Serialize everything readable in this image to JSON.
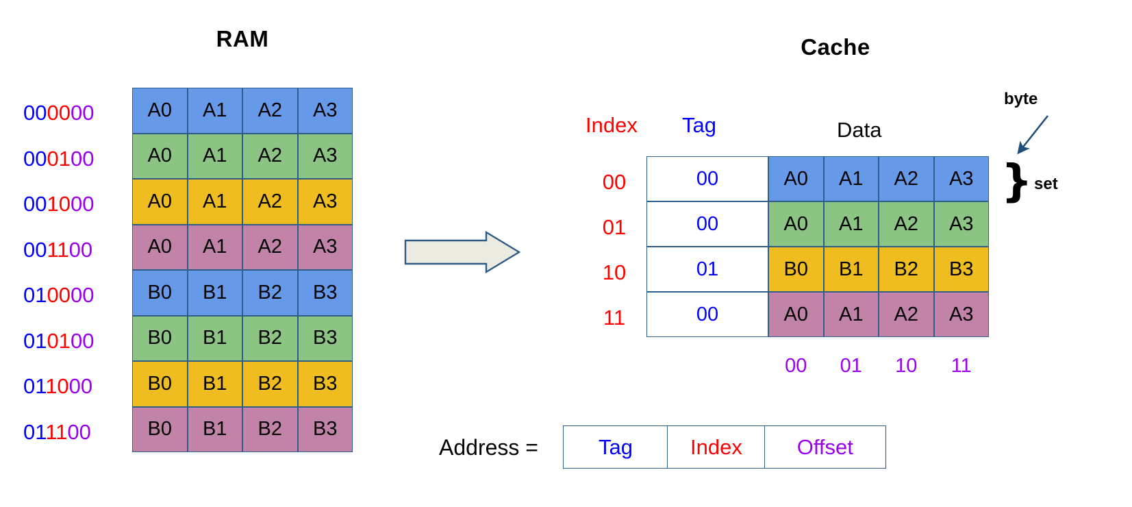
{
  "titles": {
    "ram": "RAM",
    "cache": "Cache"
  },
  "ram": {
    "rows": [
      {
        "addr": {
          "tag": "00",
          "index": "00",
          "offset": "00"
        },
        "color": "c-blue",
        "cells": [
          "A0",
          "A1",
          "A2",
          "A3"
        ]
      },
      {
        "addr": {
          "tag": "00",
          "index": "01",
          "offset": "00"
        },
        "color": "c-green",
        "cells": [
          "A0",
          "A1",
          "A2",
          "A3"
        ]
      },
      {
        "addr": {
          "tag": "00",
          "index": "10",
          "offset": "00"
        },
        "color": "c-yellow",
        "cells": [
          "A0",
          "A1",
          "A2",
          "A3"
        ]
      },
      {
        "addr": {
          "tag": "00",
          "index": "11",
          "offset": "00"
        },
        "color": "c-pink",
        "cells": [
          "A0",
          "A1",
          "A2",
          "A3"
        ]
      },
      {
        "addr": {
          "tag": "01",
          "index": "00",
          "offset": "00"
        },
        "color": "c-blue",
        "cells": [
          "B0",
          "B1",
          "B2",
          "B3"
        ]
      },
      {
        "addr": {
          "tag": "01",
          "index": "01",
          "offset": "00"
        },
        "color": "c-green",
        "cells": [
          "B0",
          "B1",
          "B2",
          "B3"
        ]
      },
      {
        "addr": {
          "tag": "01",
          "index": "10",
          "offset": "00"
        },
        "color": "c-yellow",
        "cells": [
          "B0",
          "B1",
          "B2",
          "B3"
        ]
      },
      {
        "addr": {
          "tag": "01",
          "index": "11",
          "offset": "00"
        },
        "color": "c-pink",
        "cells": [
          "B0",
          "B1",
          "B2",
          "B3"
        ]
      }
    ]
  },
  "cache": {
    "headers": {
      "index": "Index",
      "tag": "Tag",
      "data": "Data"
    },
    "rows": [
      {
        "index": "00",
        "tag": "00",
        "color": "c-blue",
        "data": [
          "A0",
          "A1",
          "A2",
          "A3"
        ]
      },
      {
        "index": "01",
        "tag": "00",
        "color": "c-green",
        "data": [
          "A0",
          "A1",
          "A2",
          "A3"
        ]
      },
      {
        "index": "10",
        "tag": "01",
        "color": "c-yellow",
        "data": [
          "B0",
          "B1",
          "B2",
          "B3"
        ]
      },
      {
        "index": "11",
        "tag": "00",
        "color": "c-pink",
        "data": [
          "A0",
          "A1",
          "A2",
          "A3"
        ]
      }
    ],
    "offsets": [
      "00",
      "01",
      "10",
      "11"
    ]
  },
  "annotations": {
    "byte": "byte",
    "set": "set",
    "brace": "}"
  },
  "address_legend": {
    "label": "Address =",
    "fields": [
      {
        "name": "Tag",
        "cls": "f-tag"
      },
      {
        "name": "Index",
        "cls": "f-index"
      },
      {
        "name": "Offset",
        "cls": "f-offset"
      }
    ]
  },
  "flow_arrow": {
    "fill": "#ecebe1",
    "stroke": "#2e5d8a"
  },
  "palette": {
    "blue": "#6699e8",
    "green": "#8cc583",
    "yellow": "#efbd20",
    "pink": "#c283a8",
    "border": "#2e5d8a",
    "tag_color": "#0000ff",
    "index_color": "#ff0000",
    "offset_color": "#9900ee",
    "arrow_color": "#1f4e79"
  }
}
